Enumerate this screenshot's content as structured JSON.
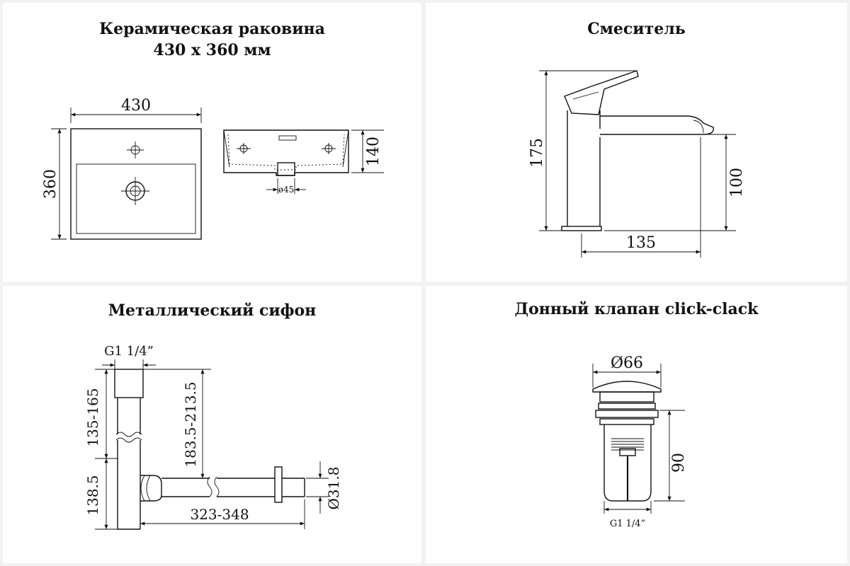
{
  "panels": {
    "sink": {
      "title_line1": "Керамическая раковина",
      "title_line2": "430 х 360 мм",
      "dim_width": "430",
      "dim_height": "360",
      "dim_depth": "140",
      "dim_drain": "ø45"
    },
    "faucet": {
      "title": "Смеситель",
      "dim_height": "175",
      "dim_spout_height": "100",
      "dim_reach": "135"
    },
    "siphon": {
      "title": "Металлический сифон",
      "dim_thread": "G1 1/4”",
      "dim_upper": "135-165",
      "dim_lower": "138.5",
      "dim_outlet_height": "183.5-213.5",
      "dim_length": "323-348",
      "dim_pipe": "Ø31.8"
    },
    "valve": {
      "title": "Донный клапан click-clack",
      "dim_diameter": "Ø66",
      "dim_height": "90",
      "dim_thread": "G1 1/4”"
    }
  }
}
